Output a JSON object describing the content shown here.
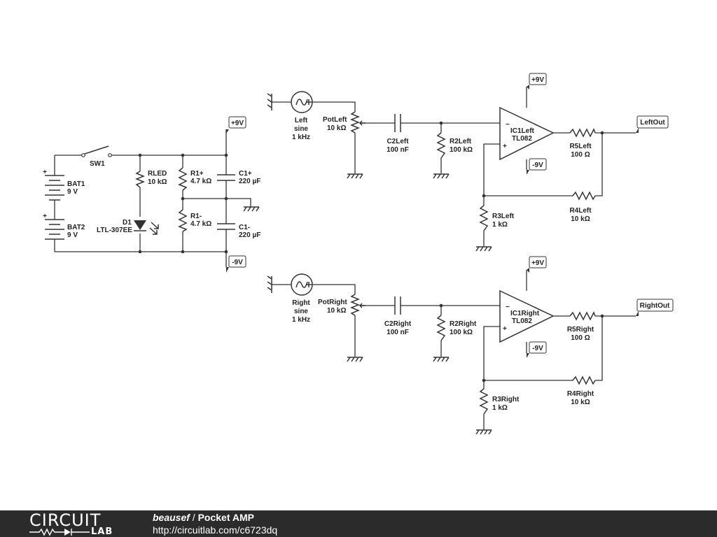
{
  "schematic": {
    "power": {
      "bat1": {
        "name": "BAT1",
        "value": "9 V"
      },
      "bat2": {
        "name": "BAT2",
        "value": "9 V"
      },
      "sw1": "SW1",
      "rled": {
        "name": "RLED",
        "value": "10 kΩ"
      },
      "d1": {
        "name": "D1",
        "value": "LTL-307EE"
      },
      "r1p": {
        "name": "R1+",
        "value": "4.7 kΩ"
      },
      "r1m": {
        "name": "R1-",
        "value": "4.7 kΩ"
      },
      "c1p": {
        "name": "C1+",
        "value": "220 µF"
      },
      "c1m": {
        "name": "C1-",
        "value": "220 µF"
      },
      "vpos": "+9V",
      "vneg": "-9V",
      "plus_sign": "+"
    },
    "left": {
      "src_l1": "Left",
      "src_l2": "sine",
      "src_l3": "1 kHz",
      "pot": {
        "name": "PotLeft",
        "value": "10 kΩ"
      },
      "c2": {
        "name": "C2Left",
        "value": "100 nF"
      },
      "r2": {
        "name": "R2Left",
        "value": "100 kΩ"
      },
      "ic": {
        "name": "IC1Left",
        "value": "TL082"
      },
      "r3": {
        "name": "R3Left",
        "value": "1 kΩ"
      },
      "r4": {
        "name": "R4Left",
        "value": "10 kΩ"
      },
      "r5": {
        "name": "R5Left",
        "value": "100 Ω"
      },
      "out": "LeftOut",
      "vpos": "+9V",
      "vneg": "-9V",
      "minus": "−",
      "plus": "+"
    },
    "right": {
      "src_l1": "Right",
      "src_l2": "sine",
      "src_l3": "1 kHz",
      "pot": {
        "name": "PotRight",
        "value": "10 kΩ"
      },
      "c2": {
        "name": "C2Right",
        "value": "100 nF"
      },
      "r2": {
        "name": "R2Right",
        "value": "100 kΩ"
      },
      "ic": {
        "name": "IC1Right",
        "value": "TL082"
      },
      "r3": {
        "name": "R3Right",
        "value": "1 kΩ"
      },
      "r4": {
        "name": "R4Right",
        "value": "10 kΩ"
      },
      "r5": {
        "name": "R5Right",
        "value": "100 Ω"
      },
      "out": "RightOut",
      "vpos": "+9V",
      "vneg": "-9V",
      "minus": "−",
      "plus": "+"
    }
  },
  "footer": {
    "logo_top": "CIRCUIT",
    "logo_bottom": "LAB",
    "author": "beausef",
    "separator": " / ",
    "project": "Pocket AMP",
    "url": "http://circuitlab.com/c6723dq"
  }
}
